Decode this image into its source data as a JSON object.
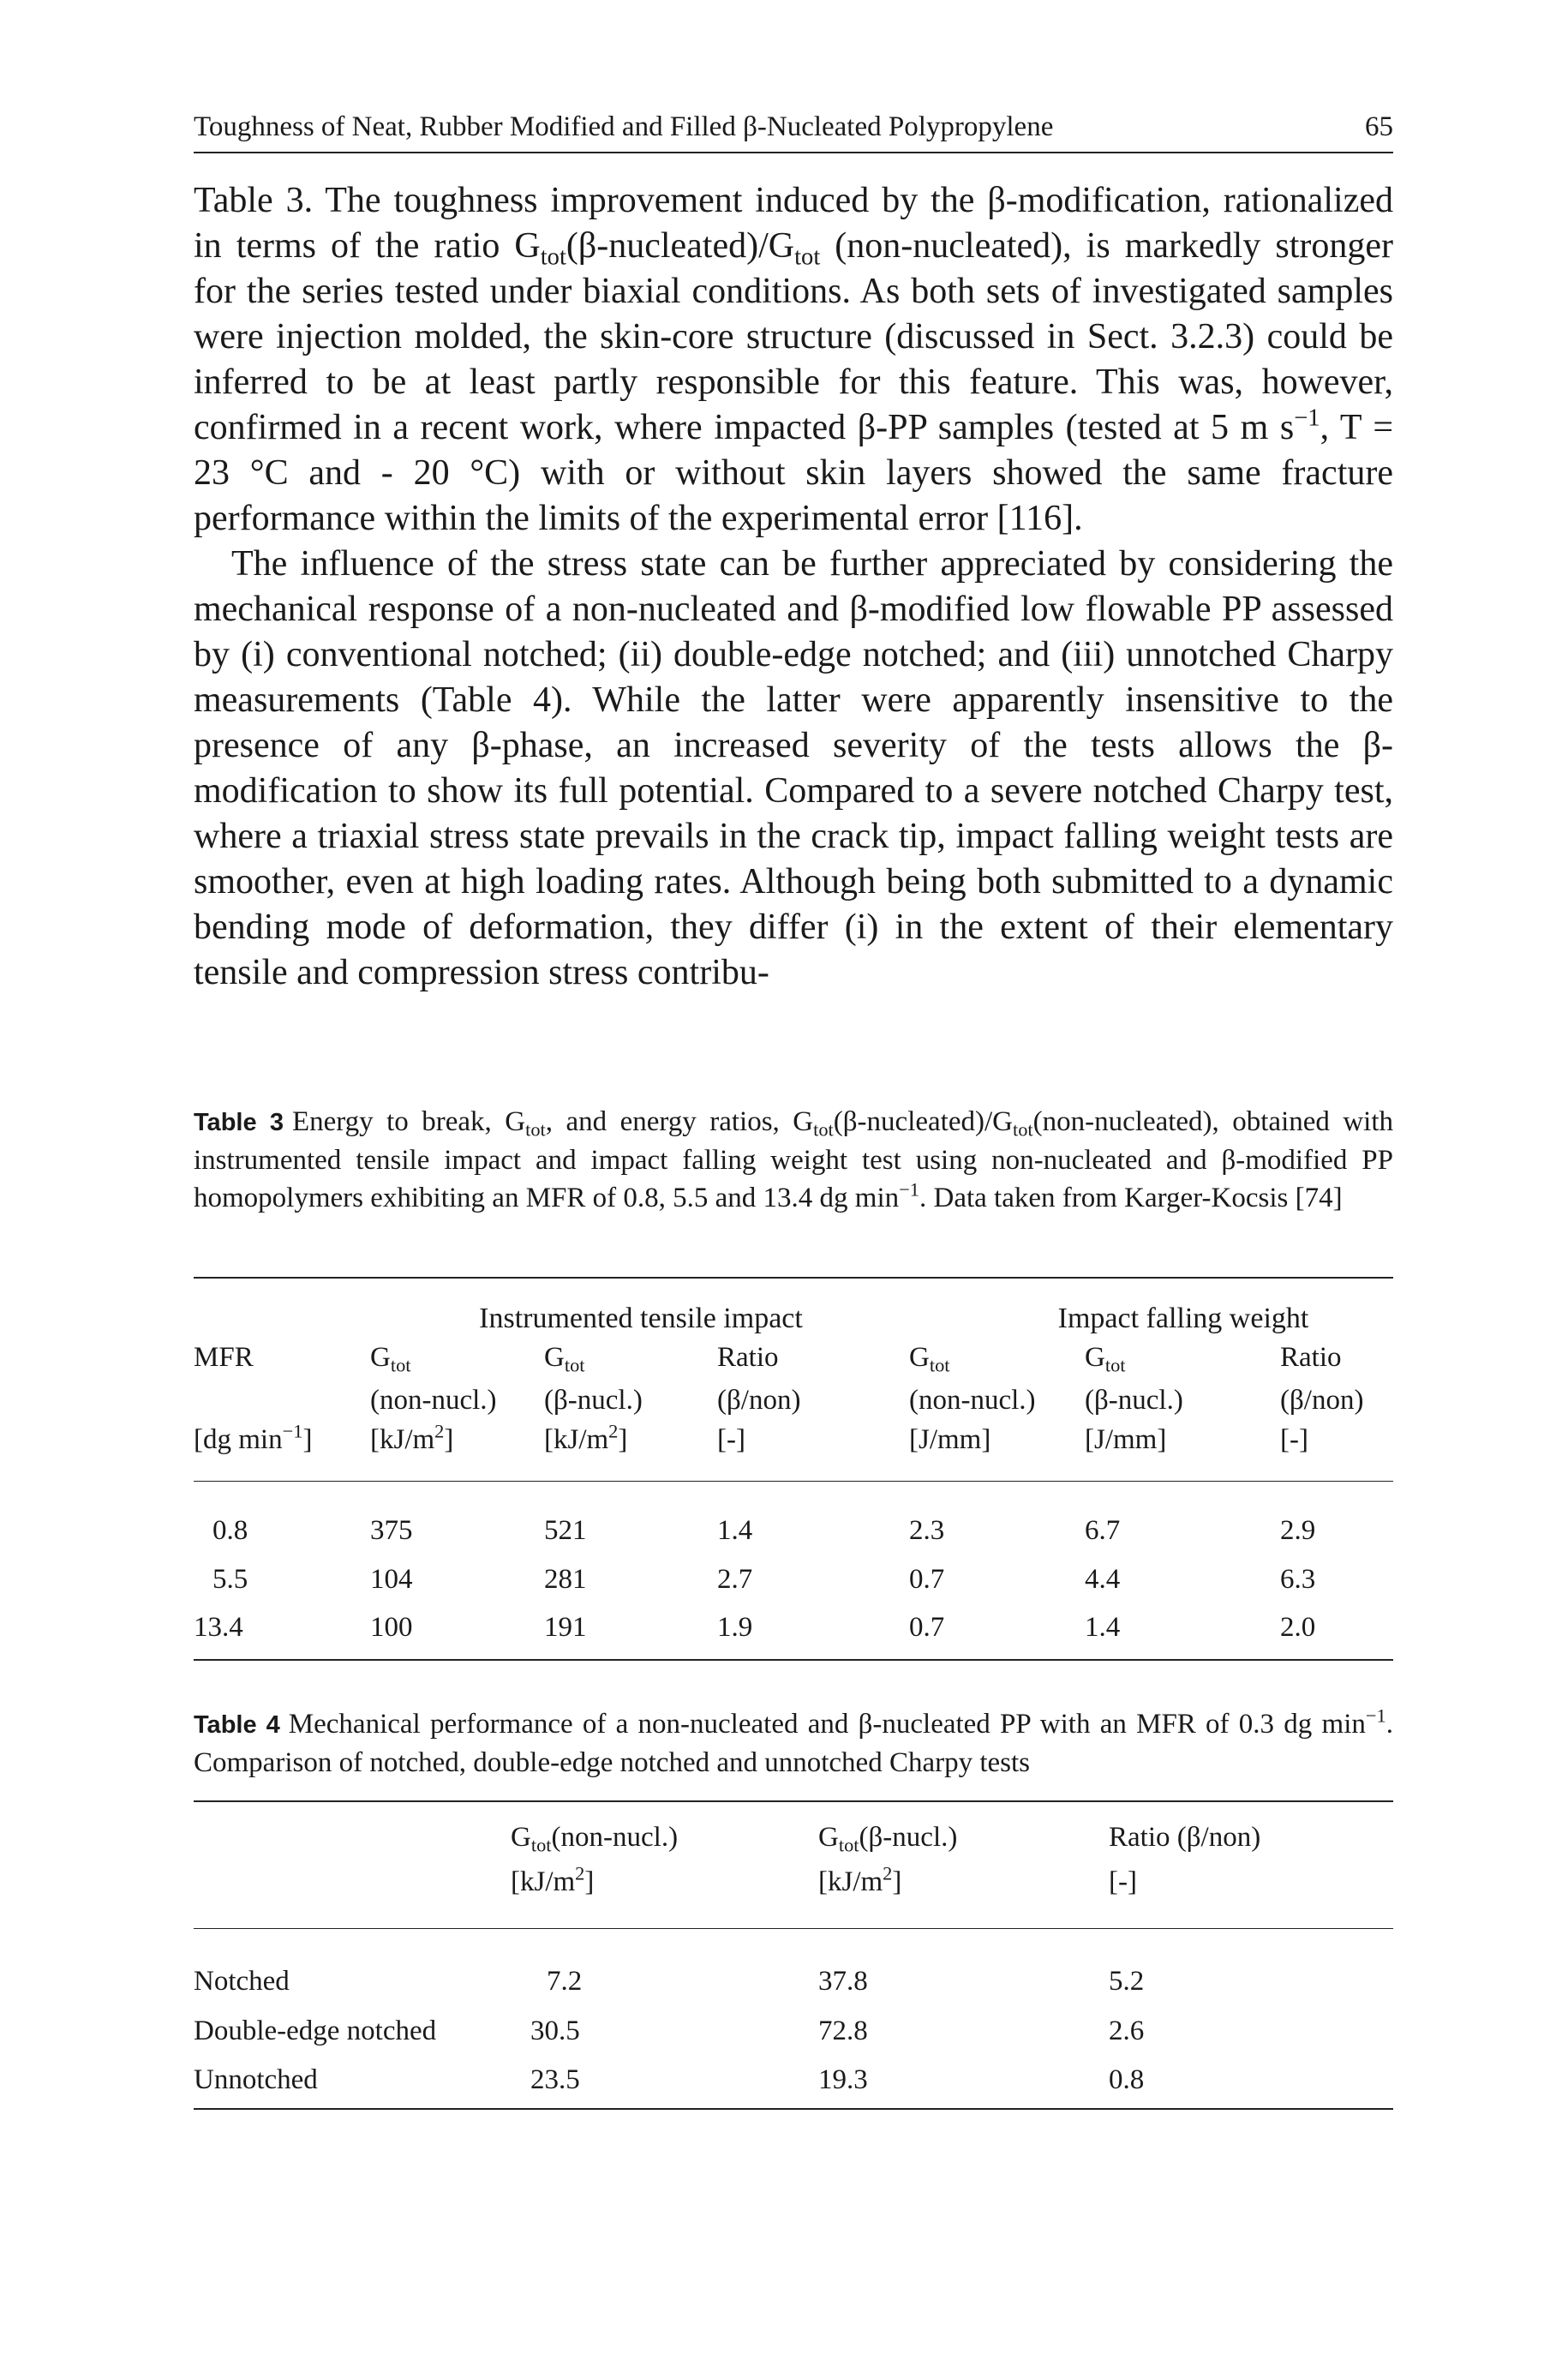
{
  "running_head": {
    "title": "Toughness of Neat, Rubber Modified and Filled β-Nucleated Polypropylene",
    "page_number": "65"
  },
  "body": {
    "p1": {
      "a": "Table 3. The toughness improvement induced by the β-modification, rationalized in terms of the ratio G",
      "a_sub": "tot",
      "b": "(β-nucleated)/G",
      "b_sub": "tot",
      "c": " (non-nucleated), is markedly stronger for the series tested under biaxial conditions. As both sets of investigated samples were injection molded, the skin-core structure (discussed in Sect. 3.2.3) could be inferred to be at least partly responsible for this feature. This was, however, confirmed in a recent work, where impacted β-PP samples (tested at 5 m s",
      "c_sup": "−1",
      "d": ", T = 23 °C and - 20 °C) with or without skin layers showed the same fracture performance within the limits of the experimental error [116]."
    },
    "p2": "The influence of the stress state can be further appreciated by considering the mechanical response of a non-nucleated and β-modified low flowable PP assessed by (i) conventional notched; (ii) double-edge notched; and (iii) unnotched Charpy measurements (Table 4). While the latter were apparently insensitive to the presence of any β-phase, an increased severity of the tests allows the β-modification to show its full potential. Compared to a severe notched Charpy test, where a triaxial stress state prevails in the crack tip, impact falling weight tests are smoother, even at high loading rates. Although being both submitted to a dynamic bending mode of deformation, they differ (i) in the extent of their elementary tensile and compression stress contribu-"
  },
  "table3": {
    "label": "Table 3",
    "caption": {
      "a": "Energy to break, G",
      "a_sub": "tot",
      "b": ", and energy ratios, G",
      "b_sub": "tot",
      "c": "(β-nucleated)/G",
      "c_sub": "tot",
      "d": "(non-nucleated), obtained with instrumented tensile impact and impact falling weight test using non-nucleated and β-modified PP homopolymers exhibiting an MFR of 0.8, 5.5 and 13.4 dg min",
      "d_sup": "−1",
      "e": ". Data taken from Karger-Kocsis [74]"
    },
    "group_headers": [
      "Instrumented tensile impact",
      "Impact falling weight"
    ],
    "columns": [
      {
        "l1": "MFR",
        "l1_sub": "",
        "l2": "",
        "l3": "[dg min",
        "l3_sup": "−1",
        "l3_end": "]"
      },
      {
        "l1": "G",
        "l1_sub": "tot",
        "l2": "(non-nucl.)",
        "l3": "[kJ/m",
        "l3_sup": "2",
        "l3_end": "]"
      },
      {
        "l1": "G",
        "l1_sub": "tot",
        "l2": "(β-nucl.)",
        "l3": "[kJ/m",
        "l3_sup": "2",
        "l3_end": "]"
      },
      {
        "l1": "Ratio",
        "l1_sub": "",
        "l2": "(β/non)",
        "l3": "[-]",
        "l3_sup": "",
        "l3_end": ""
      },
      {
        "l1": "G",
        "l1_sub": "tot",
        "l2": "(non-nucl.)",
        "l3": "[J/mm]",
        "l3_sup": "",
        "l3_end": ""
      },
      {
        "l1": "G",
        "l1_sub": "tot",
        "l2": "(β-nucl.)",
        "l3": "[J/mm]",
        "l3_sup": "",
        "l3_end": ""
      },
      {
        "l1": "Ratio",
        "l1_sub": "",
        "l2": "(β/non)",
        "l3": "[-]",
        "l3_sup": "",
        "l3_end": ""
      }
    ],
    "rows": [
      [
        "0.8",
        "375",
        "521",
        "1.4",
        "2.3",
        "6.7",
        "2.9"
      ],
      [
        "5.5",
        "104",
        "281",
        "2.7",
        "0.7",
        "4.4",
        "6.3"
      ],
      [
        "13.4",
        "100",
        "191",
        "1.9",
        "0.7",
        "1.4",
        "2.0"
      ]
    ]
  },
  "table4": {
    "label": "Table 4",
    "caption": {
      "a": "Mechanical performance of a non-nucleated and β-nucleated PP with an MFR of 0.3 dg min",
      "a_sup": "−1",
      "b": ". Comparison of notched, double-edge notched and unnotched Charpy tests"
    },
    "columns": [
      {
        "l1": "G",
        "l1_sub": "tot",
        "l1_end": "(non-nucl.)",
        "l2": "[kJ/m",
        "l2_sup": "2",
        "l2_end": "]"
      },
      {
        "l1": "G",
        "l1_sub": "tot",
        "l1_end": "(β-nucl.)",
        "l2": "[kJ/m",
        "l2_sup": "2",
        "l2_end": "]"
      },
      {
        "l1": "Ratio (β/non)",
        "l1_sub": "",
        "l1_end": "",
        "l2": "[-]",
        "l2_sup": "",
        "l2_end": ""
      }
    ],
    "rows": [
      [
        "Notched",
        "7.2",
        "37.8",
        "5.2"
      ],
      [
        "Double-edge notched",
        "30.5",
        "72.8",
        "2.6"
      ],
      [
        "Unnotched",
        "23.5",
        "19.3",
        "0.8"
      ]
    ]
  }
}
